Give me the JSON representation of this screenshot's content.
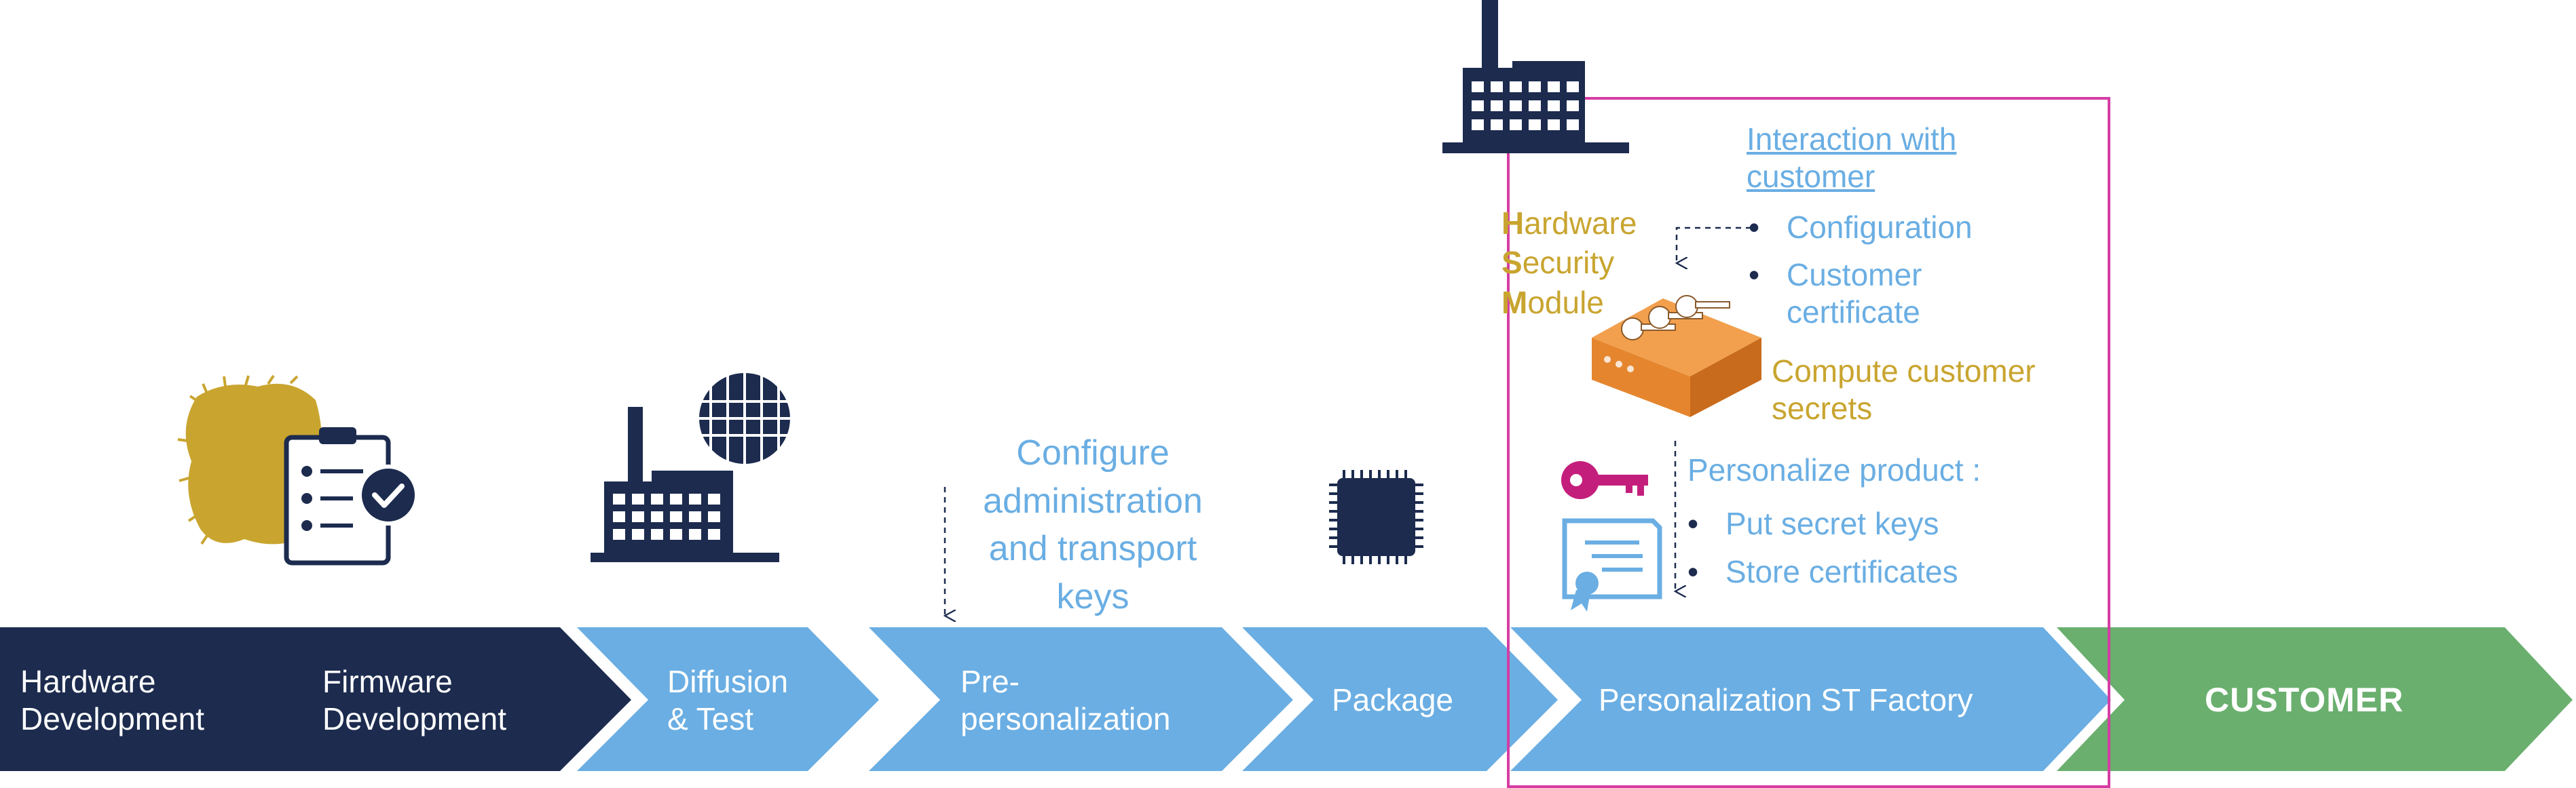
{
  "stages": [
    {
      "id": "hardware-development",
      "lines": [
        "Hardware",
        "Development"
      ],
      "color": "#1c2b4e"
    },
    {
      "id": "firmware-development",
      "lines": [
        "Firmware",
        "Development"
      ],
      "color": "#1c2b4e"
    },
    {
      "id": "diffusion-test",
      "lines": [
        "Diffusion",
        "& Test"
      ],
      "color": "#6aaee3"
    },
    {
      "id": "pre-personalization",
      "lines": [
        "Pre-",
        "personalization"
      ],
      "color": "#6aaee3"
    },
    {
      "id": "package",
      "lines": [
        "Package"
      ],
      "color": "#6aaee3"
    },
    {
      "id": "personalization-st-factory",
      "lines": [
        "Personalization ST Factory"
      ],
      "color": "#6aaee3"
    },
    {
      "id": "customer",
      "lines": [
        "CUSTOMER"
      ],
      "color": "#6aaf6e"
    }
  ],
  "configure_note": [
    "Configure",
    "administration",
    "and transport",
    "keys"
  ],
  "hsm": {
    "lines": [
      {
        "initial": "H",
        "rest": "ardware"
      },
      {
        "initial": "S",
        "rest": "ecurity"
      },
      {
        "initial": "M",
        "rest": "odule"
      }
    ]
  },
  "interaction": {
    "title_lines": [
      "Interaction with",
      "customer"
    ],
    "items": [
      [
        "Configuration"
      ],
      [
        "Customer",
        "certificate"
      ]
    ]
  },
  "compute": [
    "Compute customer",
    "secrets"
  ],
  "personalize": {
    "title": "Personalize product :",
    "items": [
      "Put secret keys",
      "Store certificates"
    ]
  },
  "icons": {
    "plan": "checklist-clipboard-icon",
    "fab": "wafer-factory-icon",
    "chip": "microchip-icon",
    "factory": "factory-icon",
    "hsm": "hsm-keys-box-icon",
    "key": "key-icon",
    "certificate": "certificate-icon"
  },
  "colors": {
    "navy": "#1c2b4e",
    "light_blue": "#6aaee3",
    "green": "#6aaf6e",
    "gold": "#c9a530",
    "magenta": "#d63ca4",
    "orange": "#e5862f"
  }
}
